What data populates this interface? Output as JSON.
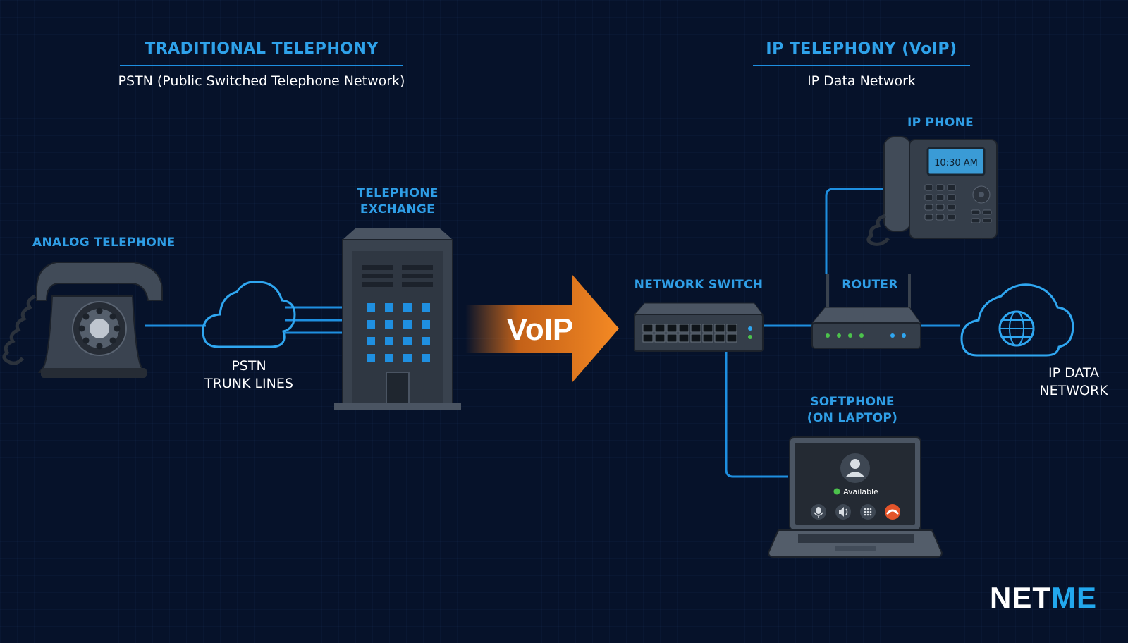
{
  "colors": {
    "background": "#06122a",
    "accent_blue": "#2f9ee6",
    "line_blue": "#1e8fe0",
    "voip_orange": "#f07d1e",
    "device_dark": "#333c48"
  },
  "traditional": {
    "title": "TRADITIONAL TELEPHONY",
    "subtitle": "PSTN (Public Switched Telephone Network)",
    "analog_phone_label": "ANALOG TELEPHONE",
    "pstn_label_line1": "PSTN",
    "pstn_label_line2": "TRUNK LINES",
    "exchange_label_line1": "TELEPHONE",
    "exchange_label_line2": "EXCHANGE"
  },
  "transition": {
    "arrow_label": "VoIP"
  },
  "ip": {
    "title": "IP TELEPHONY (VoIP)",
    "subtitle": "IP Data Network",
    "ip_phone_label": "IP PHONE",
    "ip_phone_display": "10:30 AM",
    "switch_label": "NETWORK SWITCH",
    "router_label": "ROUTER",
    "network_label_line1": "IP DATA",
    "network_label_line2": "NETWORK",
    "softphone_label_line1": "SOFTPHONE",
    "softphone_label_line2": "(ON LAPTOP)",
    "softphone_status": "Available"
  },
  "icons": {
    "analog_phone": "rotary-phone-icon",
    "pstn_cloud": "cloud-icon",
    "exchange": "building-icon",
    "switch": "network-switch-icon",
    "router": "router-icon",
    "ip_phone": "desk-phone-icon",
    "network_cloud": "globe-cloud-icon",
    "laptop": "laptop-icon",
    "avatar": "user-avatar-icon",
    "mic": "microphone-icon",
    "speaker": "speaker-icon",
    "keypad": "keypad-icon",
    "hangup": "hang-up-icon"
  },
  "brand": {
    "part1": "NET",
    "part2": "ME"
  }
}
